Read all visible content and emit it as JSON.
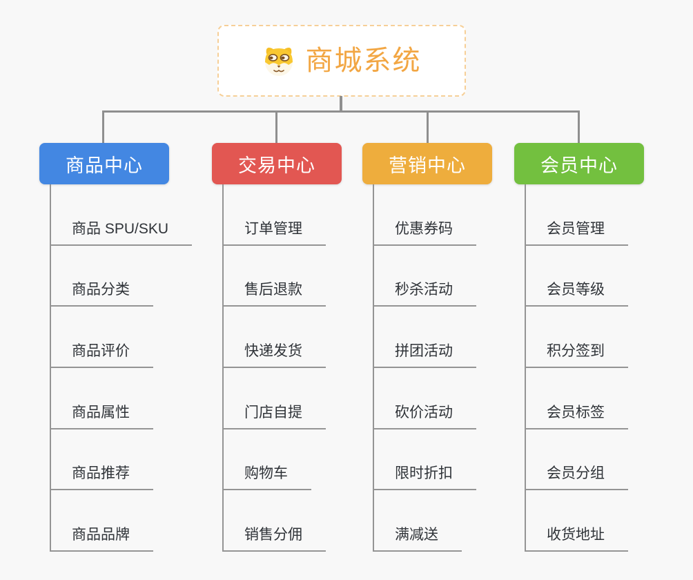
{
  "root": {
    "title": "商城系统",
    "icon": "dog-face"
  },
  "branches": [
    {
      "label": "商品中心",
      "color": "#4387e2",
      "items": [
        "商品 SPU/SKU",
        "商品分类",
        "商品评价",
        "商品属性",
        "商品推荐",
        "商品品牌"
      ]
    },
    {
      "label": "交易中心",
      "color": "#e25752",
      "items": [
        "订单管理",
        "售后退款",
        "快递发货",
        "门店自提",
        "购物车",
        "销售分佣"
      ]
    },
    {
      "label": "营销中心",
      "color": "#eead3d",
      "items": [
        "优惠券码",
        "秒杀活动",
        "拼团活动",
        "砍价活动",
        "限时折扣",
        "满减送"
      ]
    },
    {
      "label": "会员中心",
      "color": "#73c03f",
      "items": [
        "会员管理",
        "会员等级",
        "积分签到",
        "会员标签",
        "会员分组",
        "收货地址"
      ]
    }
  ],
  "colors": {
    "title": "#f2a643",
    "connector": "#8f8f8f",
    "underline": "#949494",
    "item_text": "#2f3338",
    "background": "#f8f8f8",
    "root_border": "#f6cf97"
  }
}
